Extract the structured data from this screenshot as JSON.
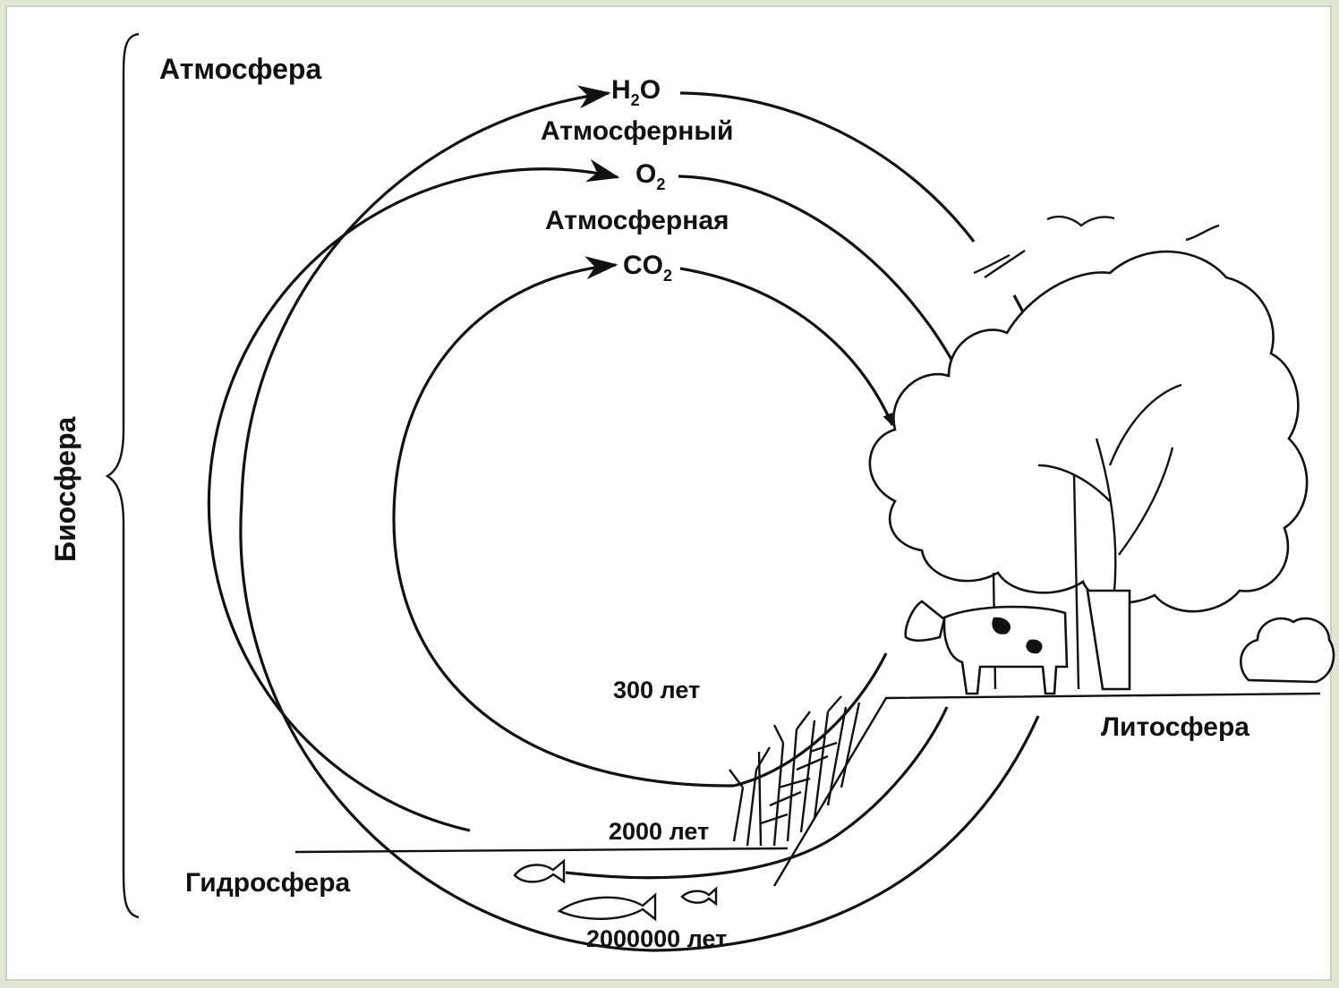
{
  "spheres": {
    "atmosphere": "Атмосфера",
    "biosphere": "Биосфера",
    "hydrosphere": "Гидросфера",
    "lithosphere": "Литосфера"
  },
  "cycles": {
    "water": {
      "formula_main": "H",
      "formula_sub": "2",
      "formula_end": "O",
      "caption": "Атмосферный"
    },
    "oxygen": {
      "formula_main": "O",
      "formula_sub": "2",
      "caption": "Атмосферная"
    },
    "carbon": {
      "formula_main": "CO",
      "formula_sub": "2"
    }
  },
  "periods": {
    "inner": "300 лет",
    "middle": "2000 лет",
    "outer": "2000000 лет"
  }
}
